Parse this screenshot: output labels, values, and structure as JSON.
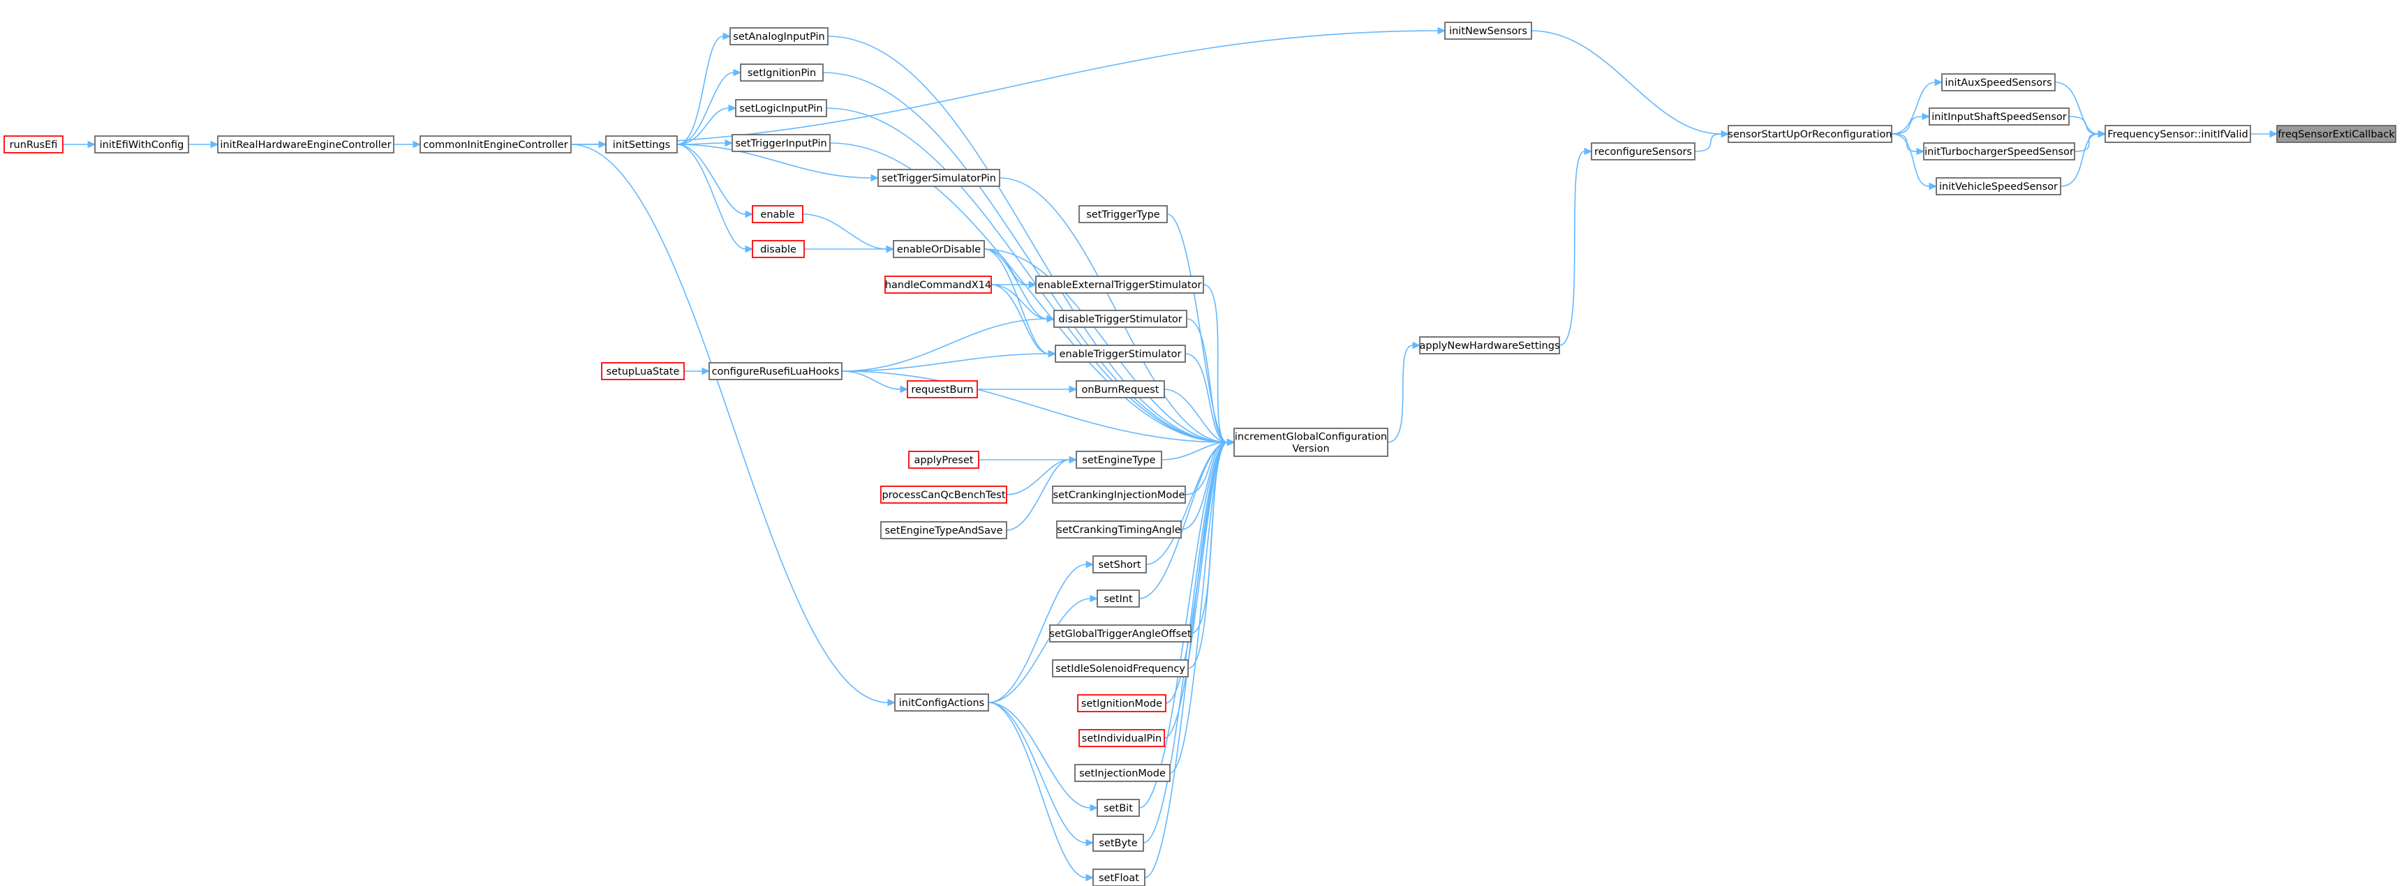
{
  "colors": {
    "edge": "#63b8ff",
    "node_border": "#666666",
    "node_fill": "#ffffff",
    "truncated_border": "#ff0000",
    "focus_fill": "#999999",
    "focus_border": "#666666",
    "text": "#000000"
  },
  "nodes": [
    {
      "id": "freqSensorExtiCallback",
      "label": [
        "freqSensorExtiCallback"
      ],
      "style": "focus"
    },
    {
      "id": "FrequencySensor_initIfValid",
      "label": [
        "FrequencySensor::initIfValid"
      ],
      "style": "normal"
    },
    {
      "id": "initAuxSpeedSensors",
      "label": [
        "initAuxSpeedSensors"
      ],
      "style": "normal"
    },
    {
      "id": "initInputShaftSpeedSensor",
      "label": [
        "initInputShaftSpeedSensor"
      ],
      "style": "normal"
    },
    {
      "id": "initTurbochargerSpeedSensor",
      "label": [
        "initTurbochargerSpeedSensor"
      ],
      "style": "normal"
    },
    {
      "id": "initVehicleSpeedSensor",
      "label": [
        "initVehicleSpeedSensor"
      ],
      "style": "normal"
    },
    {
      "id": "sensorStartUpOrReconfiguration",
      "label": [
        "sensorStartUpOrReconfiguration"
      ],
      "style": "normal"
    },
    {
      "id": "initNewSensors",
      "label": [
        "initNewSensors"
      ],
      "style": "normal"
    },
    {
      "id": "reconfigureSensors",
      "label": [
        "reconfigureSensors"
      ],
      "style": "normal"
    },
    {
      "id": "applyNewHardwareSettings",
      "label": [
        "applyNewHardwareSettings"
      ],
      "style": "normal"
    },
    {
      "id": "incrementGlobalConfigurationVersion",
      "label": [
        "incrementGlobalConfiguration",
        "Version"
      ],
      "style": "normal"
    },
    {
      "id": "commonInitEngineController",
      "label": [
        "commonInitEngineController"
      ],
      "style": "normal"
    },
    {
      "id": "initRealHardwareEngineController",
      "label": [
        "initRealHardwareEngineController"
      ],
      "style": "normal"
    },
    {
      "id": "initEfiWithConfig",
      "label": [
        "initEfiWithConfig"
      ],
      "style": "normal"
    },
    {
      "id": "runRusEfi",
      "label": [
        "runRusEfi"
      ],
      "style": "truncated"
    },
    {
      "id": "initSettings",
      "label": [
        "initSettings"
      ],
      "style": "normal"
    },
    {
      "id": "setAnalogInputPin",
      "label": [
        "setAnalogInputPin"
      ],
      "style": "normal"
    },
    {
      "id": "setIgnitionPin",
      "label": [
        "setIgnitionPin"
      ],
      "style": "normal"
    },
    {
      "id": "setLogicInputPin",
      "label": [
        "setLogicInputPin"
      ],
      "style": "normal"
    },
    {
      "id": "setTriggerInputPin",
      "label": [
        "setTriggerInputPin"
      ],
      "style": "normal"
    },
    {
      "id": "setTriggerSimulatorPin",
      "label": [
        "setTriggerSimulatorPin"
      ],
      "style": "normal"
    },
    {
      "id": "enable",
      "label": [
        "enable"
      ],
      "style": "truncated"
    },
    {
      "id": "disable",
      "label": [
        "disable"
      ],
      "style": "truncated"
    },
    {
      "id": "enableOrDisable",
      "label": [
        "enableOrDisable"
      ],
      "style": "normal"
    },
    {
      "id": "setTriggerType",
      "label": [
        "setTriggerType"
      ],
      "style": "normal"
    },
    {
      "id": "handleCommandX14",
      "label": [
        "handleCommandX14"
      ],
      "style": "truncated"
    },
    {
      "id": "enableExternalTriggerStimulator",
      "label": [
        "enableExternalTriggerStimulator"
      ],
      "style": "normal"
    },
    {
      "id": "disableTriggerStimulator",
      "label": [
        "disableTriggerStimulator"
      ],
      "style": "normal"
    },
    {
      "id": "enableTriggerStimulator",
      "label": [
        "enableTriggerStimulator"
      ],
      "style": "normal"
    },
    {
      "id": "setupLuaState",
      "label": [
        "setupLuaState"
      ],
      "style": "truncated"
    },
    {
      "id": "configureRusefiLuaHooks",
      "label": [
        "configureRusefiLuaHooks"
      ],
      "style": "normal"
    },
    {
      "id": "requestBurn",
      "label": [
        "requestBurn"
      ],
      "style": "truncated"
    },
    {
      "id": "onBurnRequest",
      "label": [
        "onBurnRequest"
      ],
      "style": "normal"
    },
    {
      "id": "applyPreset",
      "label": [
        "applyPreset"
      ],
      "style": "truncated"
    },
    {
      "id": "processCanQcBenchTest",
      "label": [
        "processCanQcBenchTest"
      ],
      "style": "truncated"
    },
    {
      "id": "setEngineTypeAndSave",
      "label": [
        "setEngineTypeAndSave"
      ],
      "style": "normal"
    },
    {
      "id": "setEngineType",
      "label": [
        "setEngineType"
      ],
      "style": "normal"
    },
    {
      "id": "setCrankingInjectionMode",
      "label": [
        "setCrankingInjectionMode"
      ],
      "style": "normal"
    },
    {
      "id": "setCrankingTimingAngle",
      "label": [
        "setCrankingTimingAngle"
      ],
      "style": "normal"
    },
    {
      "id": "initConfigActions",
      "label": [
        "initConfigActions"
      ],
      "style": "normal"
    },
    {
      "id": "setShort",
      "label": [
        "setShort"
      ],
      "style": "normal"
    },
    {
      "id": "setInt",
      "label": [
        "setInt"
      ],
      "style": "normal"
    },
    {
      "id": "setGlobalTriggerAngleOffset",
      "label": [
        "setGlobalTriggerAngleOffset"
      ],
      "style": "normal"
    },
    {
      "id": "setIdleSolenoidFrequency",
      "label": [
        "setIdleSolenoidFrequency"
      ],
      "style": "normal"
    },
    {
      "id": "setIgnitionMode",
      "label": [
        "setIgnitionMode"
      ],
      "style": "truncated"
    },
    {
      "id": "setIndividualPin",
      "label": [
        "setIndividualPin"
      ],
      "style": "truncated"
    },
    {
      "id": "setInjectionMode",
      "label": [
        "setInjectionMode"
      ],
      "style": "normal"
    },
    {
      "id": "setBit",
      "label": [
        "setBit"
      ],
      "style": "normal"
    },
    {
      "id": "setByte",
      "label": [
        "setByte"
      ],
      "style": "normal"
    },
    {
      "id": "setFloat",
      "label": [
        "setFloat"
      ],
      "style": "normal"
    }
  ],
  "edges": [
    [
      "FrequencySensor_initIfValid",
      "freqSensorExtiCallback"
    ],
    [
      "initAuxSpeedSensors",
      "FrequencySensor_initIfValid"
    ],
    [
      "initInputShaftSpeedSensor",
      "FrequencySensor_initIfValid"
    ],
    [
      "initTurbochargerSpeedSensor",
      "FrequencySensor_initIfValid"
    ],
    [
      "initVehicleSpeedSensor",
      "FrequencySensor_initIfValid"
    ],
    [
      "sensorStartUpOrReconfiguration",
      "initAuxSpeedSensors"
    ],
    [
      "sensorStartUpOrReconfiguration",
      "initInputShaftSpeedSensor"
    ],
    [
      "sensorStartUpOrReconfiguration",
      "initTurbochargerSpeedSensor"
    ],
    [
      "sensorStartUpOrReconfiguration",
      "initVehicleSpeedSensor"
    ],
    [
      "initNewSensors",
      "sensorStartUpOrReconfiguration"
    ],
    [
      "reconfigureSensors",
      "sensorStartUpOrReconfiguration"
    ],
    [
      "applyNewHardwareSettings",
      "reconfigureSensors"
    ],
    [
      "incrementGlobalConfigurationVersion",
      "applyNewHardwareSettings"
    ],
    [
      "commonInitEngineController",
      "initNewSensors"
    ],
    [
      "initRealHardwareEngineController",
      "commonInitEngineController"
    ],
    [
      "initEfiWithConfig",
      "initRealHardwareEngineController"
    ],
    [
      "runRusEfi",
      "initEfiWithConfig"
    ],
    [
      "commonInitEngineController",
      "initSettings"
    ],
    [
      "initSettings",
      "setAnalogInputPin"
    ],
    [
      "initSettings",
      "setIgnitionPin"
    ],
    [
      "initSettings",
      "setLogicInputPin"
    ],
    [
      "initSettings",
      "setTriggerInputPin"
    ],
    [
      "initSettings",
      "setTriggerSimulatorPin"
    ],
    [
      "initSettings",
      "enable"
    ],
    [
      "initSettings",
      "disable"
    ],
    [
      "enable",
      "enableOrDisable"
    ],
    [
      "disable",
      "enableOrDisable"
    ],
    [
      "enableOrDisable",
      "enableExternalTriggerStimulator"
    ],
    [
      "enableOrDisable",
      "disableTriggerStimulator"
    ],
    [
      "enableOrDisable",
      "enableTriggerStimulator"
    ],
    [
      "handleCommandX14",
      "enableExternalTriggerStimulator"
    ],
    [
      "handleCommandX14",
      "disableTriggerStimulator"
    ],
    [
      "handleCommandX14",
      "enableTriggerStimulator"
    ],
    [
      "configureRusefiLuaHooks",
      "disableTriggerStimulator"
    ],
    [
      "configureRusefiLuaHooks",
      "enableTriggerStimulator"
    ],
    [
      "setupLuaState",
      "configureRusefiLuaHooks"
    ],
    [
      "configureRusefiLuaHooks",
      "requestBurn"
    ],
    [
      "requestBurn",
      "onBurnRequest"
    ],
    [
      "applyPreset",
      "setEngineType"
    ],
    [
      "processCanQcBenchTest",
      "setEngineType"
    ],
    [
      "setEngineTypeAndSave",
      "setEngineType"
    ],
    [
      "commonInitEngineController",
      "initConfigActions"
    ],
    [
      "initConfigActions",
      "setShort"
    ],
    [
      "initConfigActions",
      "setInt"
    ],
    [
      "initConfigActions",
      "setBit"
    ],
    [
      "initConfigActions",
      "setByte"
    ],
    [
      "initConfigActions",
      "setFloat"
    ],
    [
      "setAnalogInputPin",
      "incrementGlobalConfigurationVersion"
    ],
    [
      "setIgnitionPin",
      "incrementGlobalConfigurationVersion"
    ],
    [
      "setLogicInputPin",
      "incrementGlobalConfigurationVersion"
    ],
    [
      "setTriggerInputPin",
      "incrementGlobalConfigurationVersion"
    ],
    [
      "setTriggerSimulatorPin",
      "incrementGlobalConfigurationVersion"
    ],
    [
      "setTriggerType",
      "incrementGlobalConfigurationVersion"
    ],
    [
      "enableOrDisable",
      "incrementGlobalConfigurationVersion"
    ],
    [
      "enableExternalTriggerStimulator",
      "incrementGlobalConfigurationVersion"
    ],
    [
      "disableTriggerStimulator",
      "incrementGlobalConfigurationVersion"
    ],
    [
      "enableTriggerStimulator",
      "incrementGlobalConfigurationVersion"
    ],
    [
      "onBurnRequest",
      "incrementGlobalConfigurationVersion"
    ],
    [
      "configureRusefiLuaHooks",
      "incrementGlobalConfigurationVersion"
    ],
    [
      "setEngineType",
      "incrementGlobalConfigurationVersion"
    ],
    [
      "setCrankingInjectionMode",
      "incrementGlobalConfigurationVersion"
    ],
    [
      "setCrankingTimingAngle",
      "incrementGlobalConfigurationVersion"
    ],
    [
      "setShort",
      "incrementGlobalConfigurationVersion"
    ],
    [
      "setInt",
      "incrementGlobalConfigurationVersion"
    ],
    [
      "setGlobalTriggerAngleOffset",
      "incrementGlobalConfigurationVersion"
    ],
    [
      "setIdleSolenoidFrequency",
      "incrementGlobalConfigurationVersion"
    ],
    [
      "setIgnitionMode",
      "incrementGlobalConfigurationVersion"
    ],
    [
      "setIndividualPin",
      "incrementGlobalConfigurationVersion"
    ],
    [
      "setInjectionMode",
      "incrementGlobalConfigurationVersion"
    ],
    [
      "setBit",
      "incrementGlobalConfigurationVersion"
    ],
    [
      "setByte",
      "incrementGlobalConfigurationVersion"
    ],
    [
      "setFloat",
      "incrementGlobalConfigurationVersion"
    ]
  ]
}
